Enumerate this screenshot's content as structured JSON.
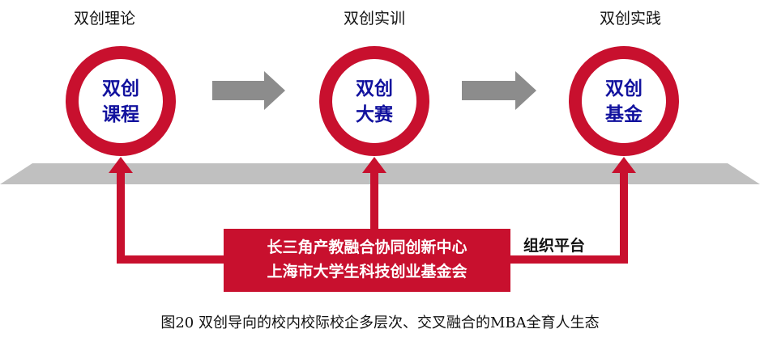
{
  "stages": [
    {
      "title": "双创理论",
      "line1": "双创",
      "line2": "课程"
    },
    {
      "title": "双创实训",
      "line1": "双创",
      "line2": "大赛"
    },
    {
      "title": "双创实践",
      "line1": "双创",
      "line2": "基金"
    }
  ],
  "center_box": {
    "line1": "长三角产教融合协同创新中心",
    "line2": "上海市大学生科技创业基金会"
  },
  "platform_label": "组织平台",
  "caption": "图20 双创导向的校内校际校企多层次、交叉融合的MBA全育人生态",
  "colors": {
    "red": "#c8102e",
    "gray_band": "#bfbfbf",
    "gray_arrow": "#8c8c8c",
    "navy_text": "#12129e"
  }
}
